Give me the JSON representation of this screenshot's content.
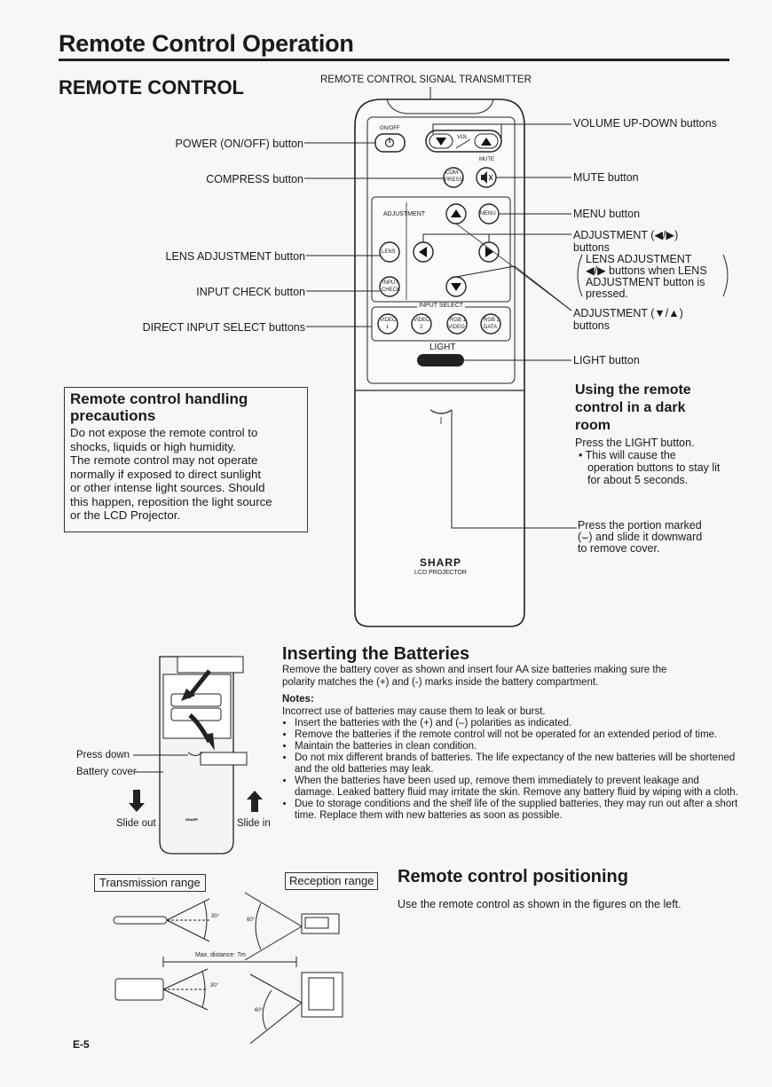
{
  "header": {
    "title": "Remote Control Operation",
    "section": "REMOTE CONTROL"
  },
  "remote": {
    "transmitter_label": "REMOTE CONTROL SIGNAL TRANSMITTER",
    "btn_onoff": "ON/OFF",
    "btn_vol": "VOL",
    "btn_mute": "MUTE",
    "btn_com": "COM-",
    "btn_press": "PRESS",
    "btn_adjustment": "ADJUSTMENT",
    "btn_menu": "MENU",
    "btn_lens": "LENS",
    "btn_input": "INPUT",
    "btn_check": "CHECK",
    "input_select": "INPUT SELECT",
    "btn_video1": "VIDEO",
    "btn_video1_n": "1",
    "btn_video2": "VIDEO",
    "btn_video2_n": "2",
    "btn_rgb1": "RGB 1",
    "btn_rgb1_b": "VIDEO",
    "btn_rgb2": "RGB 2",
    "btn_rgb2_b": "DATA",
    "light": "LIGHT",
    "brand": "SHARP",
    "model": "LCD PROJECTOR"
  },
  "callouts_left": {
    "power": "POWER (ON/OFF) button",
    "compress": "COMPRESS button",
    "lens": "LENS ADJUSTMENT button",
    "input_check": "INPUT CHECK button",
    "direct_input": "DIRECT INPUT SELECT buttons"
  },
  "callouts_right": {
    "volume": "VOLUME UP-DOWN buttons",
    "mute": "MUTE button",
    "menu": "MENU button",
    "adj_lr_1": "ADJUSTMENT (◀/▶)",
    "adj_lr_2": "buttons",
    "lens_note_1": "LENS ADJUSTMENT",
    "lens_note_2": "◀/▶ buttons when LENS",
    "lens_note_3": "ADJUSTMENT button is",
    "lens_note_4": "pressed.",
    "adj_ud_1": "ADJUSTMENT (▼/▲)",
    "adj_ud_2": "buttons",
    "light": "LIGHT button"
  },
  "handling": {
    "title_1": "Remote control handling",
    "title_2": "precautions",
    "lines": [
      "Do not expose the remote control to",
      "shocks, liquids or high humidity.",
      "The remote control may not operate",
      "normally if exposed to direct sunlight",
      "or other intense light sources. Should",
      "this happen, reposition the light source",
      "or the LCD Projector."
    ]
  },
  "dark_room": {
    "title_1": "Using the remote",
    "title_2": "control in a dark",
    "title_3": "room",
    "line1": "Press the LIGHT button.",
    "bullet_1": "• This will cause the",
    "bullet_2": "operation buttons to stay lit",
    "bullet_3": "for about 5 seconds."
  },
  "cover_note": {
    "line1": "Press the portion marked",
    "line2": "(⌣) and slide it downward",
    "line3": "to remove cover."
  },
  "batteries": {
    "title": "Inserting the Batteries",
    "intro_1": "Remove the battery cover as shown and insert four AA size batteries making sure the",
    "intro_2": "polarity matches the (+) and (-) marks inside the battery compartment.",
    "notes_title": "Notes:",
    "notes_intro": "Incorrect use of batteries may cause them to leak or burst.",
    "notes": [
      "Insert the batteries with the (+) and (–) polarities as indicated.",
      "Remove the batteries if the remote control will not be operated for an extended period of time.",
      "Maintain the batteries in clean condition.",
      "Do not mix different brands of batteries. The life expectancy of the new batteries will be shortened and the old batteries may leak.",
      "When the batteries have been used up, remove them immediately to prevent leakage and damage. Leaked battery fluid may irritate the skin. Remove any battery fluid by wiping with a cloth.",
      "Due to storage conditions and the shelf life of the supplied batteries, they may run out after a short time. Replace them with new batteries as soon as possible."
    ],
    "press_down": "Press down",
    "battery_cover": "Battery cover",
    "slide_out": "Slide out",
    "slide_in": "Slide in"
  },
  "positioning": {
    "title": "Remote control positioning",
    "text": "Use the remote control as shown in the figures on the left.",
    "transmission_range": "Transmission range",
    "reception_range": "Reception range",
    "max_distance": "Max. distance: 7m",
    "deg_30": "30°",
    "deg_60": "60°"
  },
  "footer": {
    "page": "E-5"
  }
}
